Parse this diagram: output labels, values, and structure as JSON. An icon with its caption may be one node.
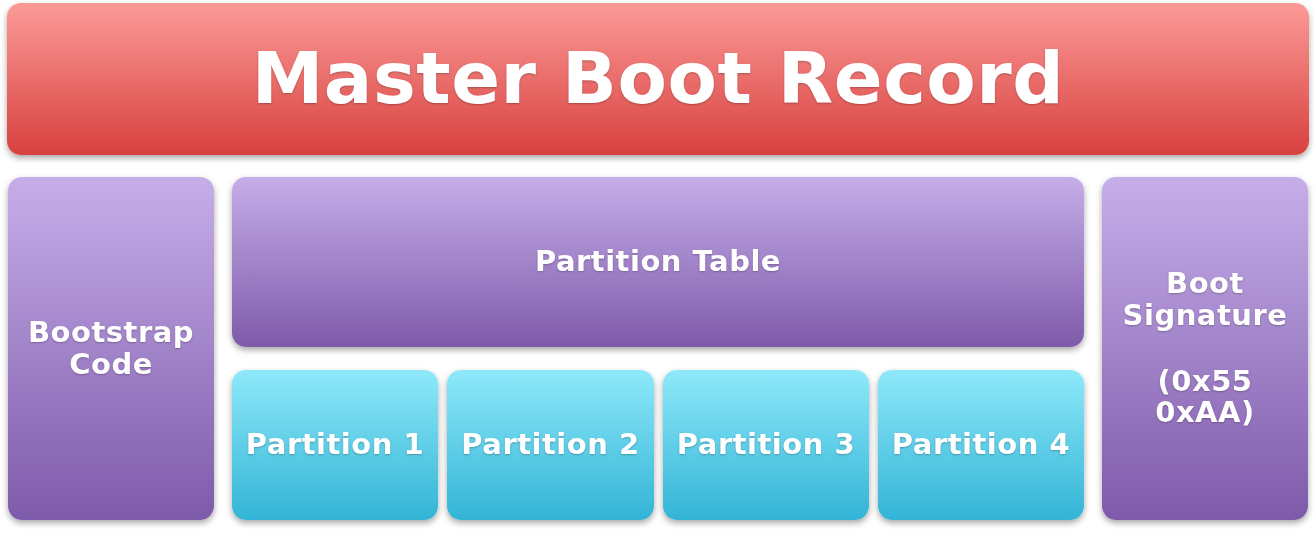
{
  "diagram": {
    "nodes": [
      {
        "text": [
          "Master Boot Record"
        ]
      },
      {
        "text": [
          "Bootstrap Code"
        ]
      },
      {
        "text": [
          "Partition Table"
        ]
      },
      {
        "text": [
          "Partition 1"
        ]
      },
      {
        "text": [
          "Partition 2"
        ]
      },
      {
        "text": [
          "Partition 3"
        ]
      },
      {
        "text": [
          "Partition 4"
        ]
      },
      {
        "text": [
          "Boot Signature",
          "(0x55 0xAA)"
        ]
      }
    ]
  }
}
